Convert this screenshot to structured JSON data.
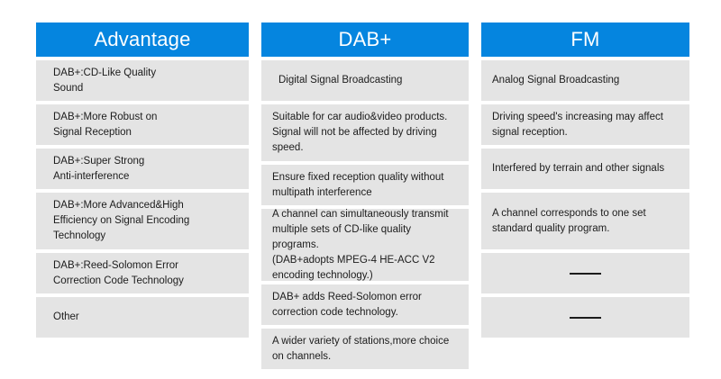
{
  "table": {
    "columns": [
      {
        "id": "advantage",
        "header": "Advantage",
        "header_color": "#0585DF",
        "cells": [
          "DAB+:CD-Like Quality\nSound",
          "DAB+:More Robust on\nSignal Reception",
          "DAB+:Super Strong\nAnti-interference",
          "DAB+:More Advanced&High\nEfficiency on Signal Encoding\nTechnology",
          "DAB+:Reed-Solomon Error\nCorrection Code Technology",
          "Other"
        ]
      },
      {
        "id": "dabplus",
        "header": "DAB+",
        "header_color": "#0585DF",
        "cells": [
          "Digital Signal Broadcasting",
          "Suitable for car audio&video products.\nSignal will not be affected by driving\nspeed.",
          "Ensure fixed reception quality without\nmultipath interference",
          "A channel can simultaneously transmit\nmultiple sets of CD-like quality programs.\n(DAB+adopts MPEG-4 HE-ACC V2\nencoding technology.)",
          "DAB+ adds Reed-Solomon error\ncorrection code technology.",
          "A wider variety of stations,more choice\non channels."
        ]
      },
      {
        "id": "fm",
        "header": "FM",
        "header_color": "#0585DF",
        "cells": [
          "Analog Signal Broadcasting",
          "Driving speed's increasing may affect\nsignal reception.",
          "Interfered by terrain and other signals",
          "A channel corresponds to one set\nstandard quality program.",
          "——",
          "——"
        ]
      }
    ],
    "cell_background": "#e4e4e4",
    "page_background": "#ffffff"
  }
}
